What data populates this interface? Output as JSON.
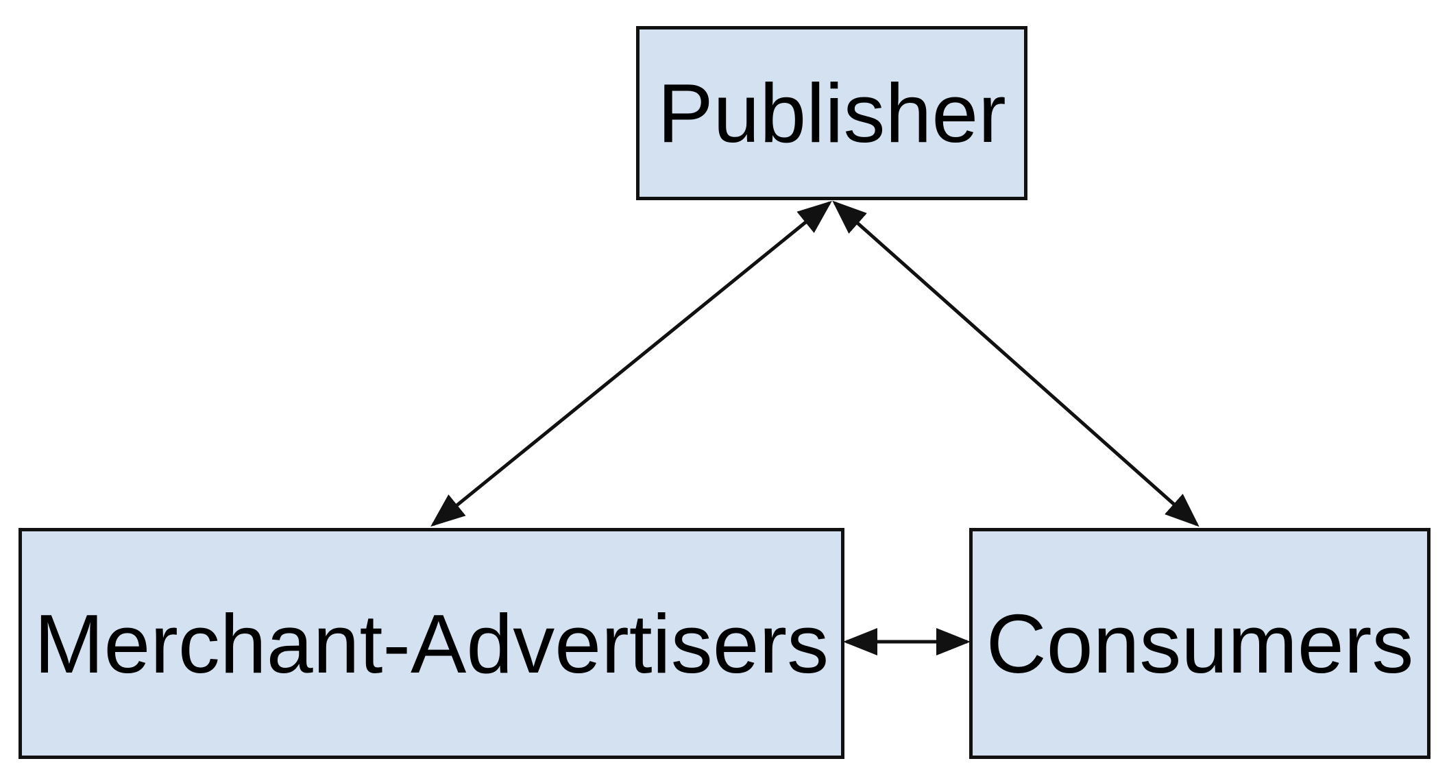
{
  "nodes": {
    "publisher": {
      "label": "Publisher"
    },
    "merchant": {
      "label": "Merchant-Advertisers"
    },
    "consumers": {
      "label": "Consumers"
    }
  },
  "edges": [
    {
      "from": "publisher",
      "to": "merchant",
      "direction": "bidirectional"
    },
    {
      "from": "publisher",
      "to": "consumers",
      "direction": "bidirectional"
    },
    {
      "from": "merchant",
      "to": "consumers",
      "direction": "bidirectional"
    }
  ],
  "colors": {
    "node_fill": "#d4e1f1",
    "stroke": "#111111",
    "text": "#000000"
  }
}
